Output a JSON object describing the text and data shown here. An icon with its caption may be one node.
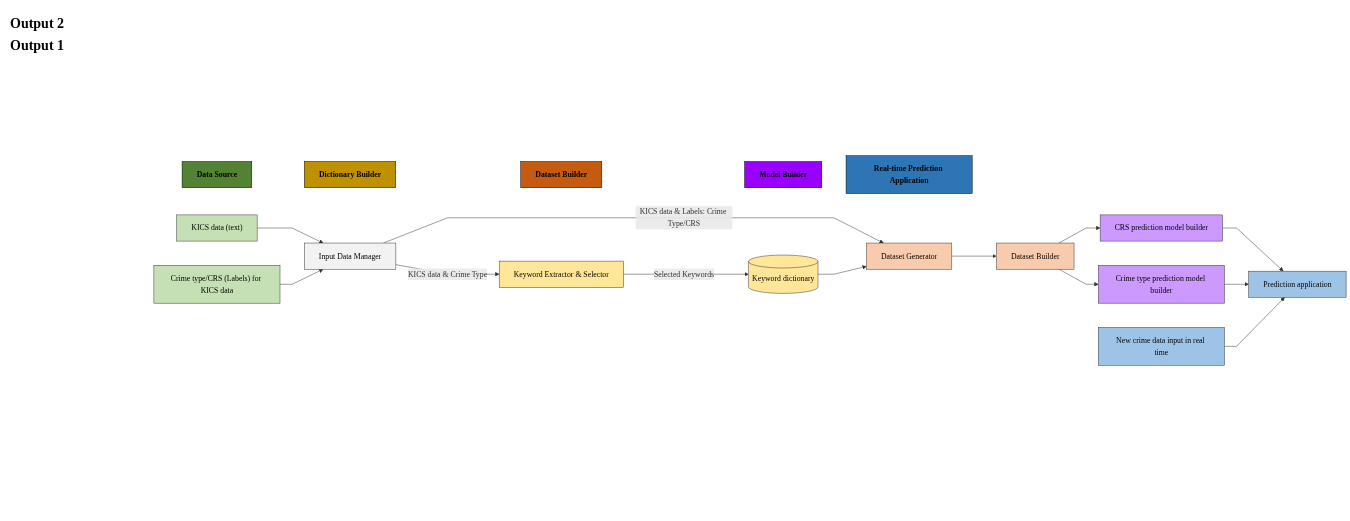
{
  "diagram": {
    "nodes": [
      {
        "text": [
          "Data Source"
        ]
      },
      {
        "text": [
          "Dictionary Builder"
        ]
      },
      {
        "text": [
          "Dataset Builder"
        ]
      },
      {
        "text": [
          "Model Builder"
        ]
      },
      {
        "text": [
          "Real-time Prediction Application"
        ]
      },
      {
        "text": [
          "KICS data (text)"
        ]
      },
      {
        "text": [
          "Crime type/CRS (Labels) for KICS data"
        ]
      },
      {
        "text": [
          "Input Data Manager"
        ]
      },
      {
        "text": [
          "Keyword Extractor & Selector"
        ]
      },
      {
        "text": [
          "Keyword dictionary"
        ]
      },
      {
        "text": [
          "Dataset Builder"
        ]
      },
      {
        "text": [
          "Dataset Generator"
        ]
      },
      {
        "text": [
          "CRS prediction model builder"
        ]
      },
      {
        "text": [
          "Crime type prediction model builder"
        ]
      },
      {
        "text": [
          "Prediction application"
        ]
      },
      {
        "text": [
          "New crime data input in real time"
        ]
      }
    ],
    "edges": [
      {
        "from": 5,
        "to": 7,
        "arrow": "to"
      },
      {
        "from": 6,
        "to": 7,
        "arrow": "to"
      },
      {
        "from": 7,
        "to": 8,
        "arrow": "to",
        "label": "KICS data & Crime Type"
      },
      {
        "from": 7,
        "to": 11,
        "arrow": "to",
        "label": "KICS data & Labels: Crime Type/CRS"
      },
      {
        "from": 8,
        "to": 9,
        "arrow": "to",
        "label": "Selected Keywords"
      },
      {
        "from": 9,
        "to": 11,
        "arrow": "to"
      },
      {
        "from": 11,
        "to": 10,
        "arrow": "to"
      },
      {
        "from": 10,
        "to": 12,
        "arrow": "to"
      },
      {
        "from": 10,
        "to": 13,
        "arrow": "to"
      },
      {
        "from": 12,
        "to": 14,
        "arrow": "to"
      },
      {
        "from": 13,
        "to": 14,
        "arrow": "to"
      },
      {
        "from": 15,
        "to": 14,
        "arrow": "to"
      }
    ],
    "labels": [
      "Output 2",
      "Output 1"
    ]
  }
}
